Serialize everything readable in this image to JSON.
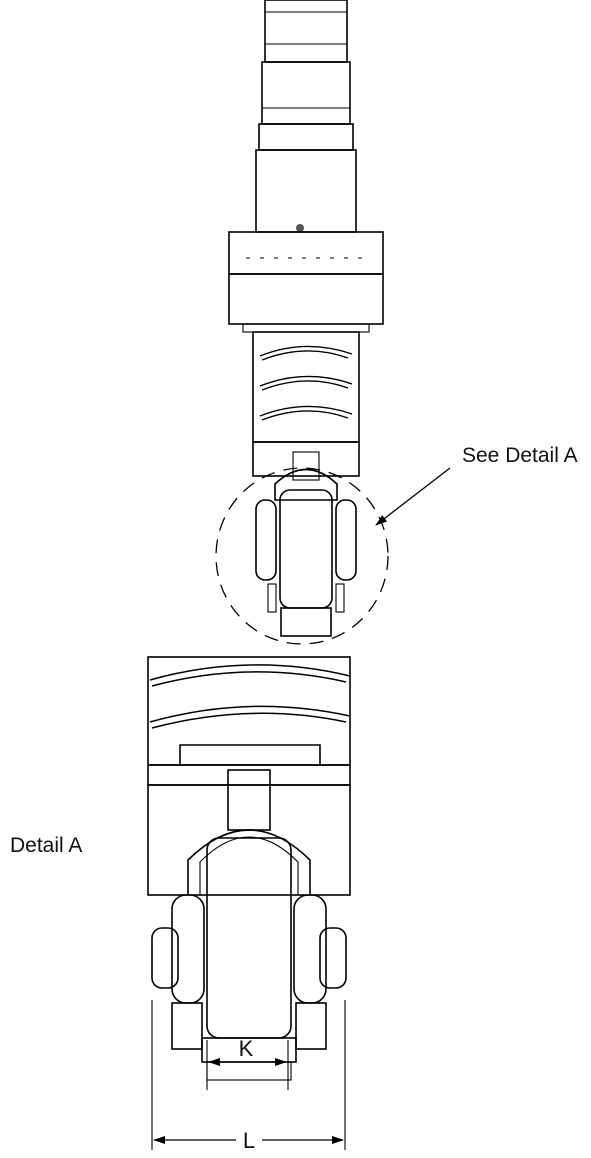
{
  "callouts": {
    "see_detail": "See Detail A",
    "detail_title": "Detail A"
  },
  "dimensions": {
    "inner": "K",
    "outer": "L"
  }
}
